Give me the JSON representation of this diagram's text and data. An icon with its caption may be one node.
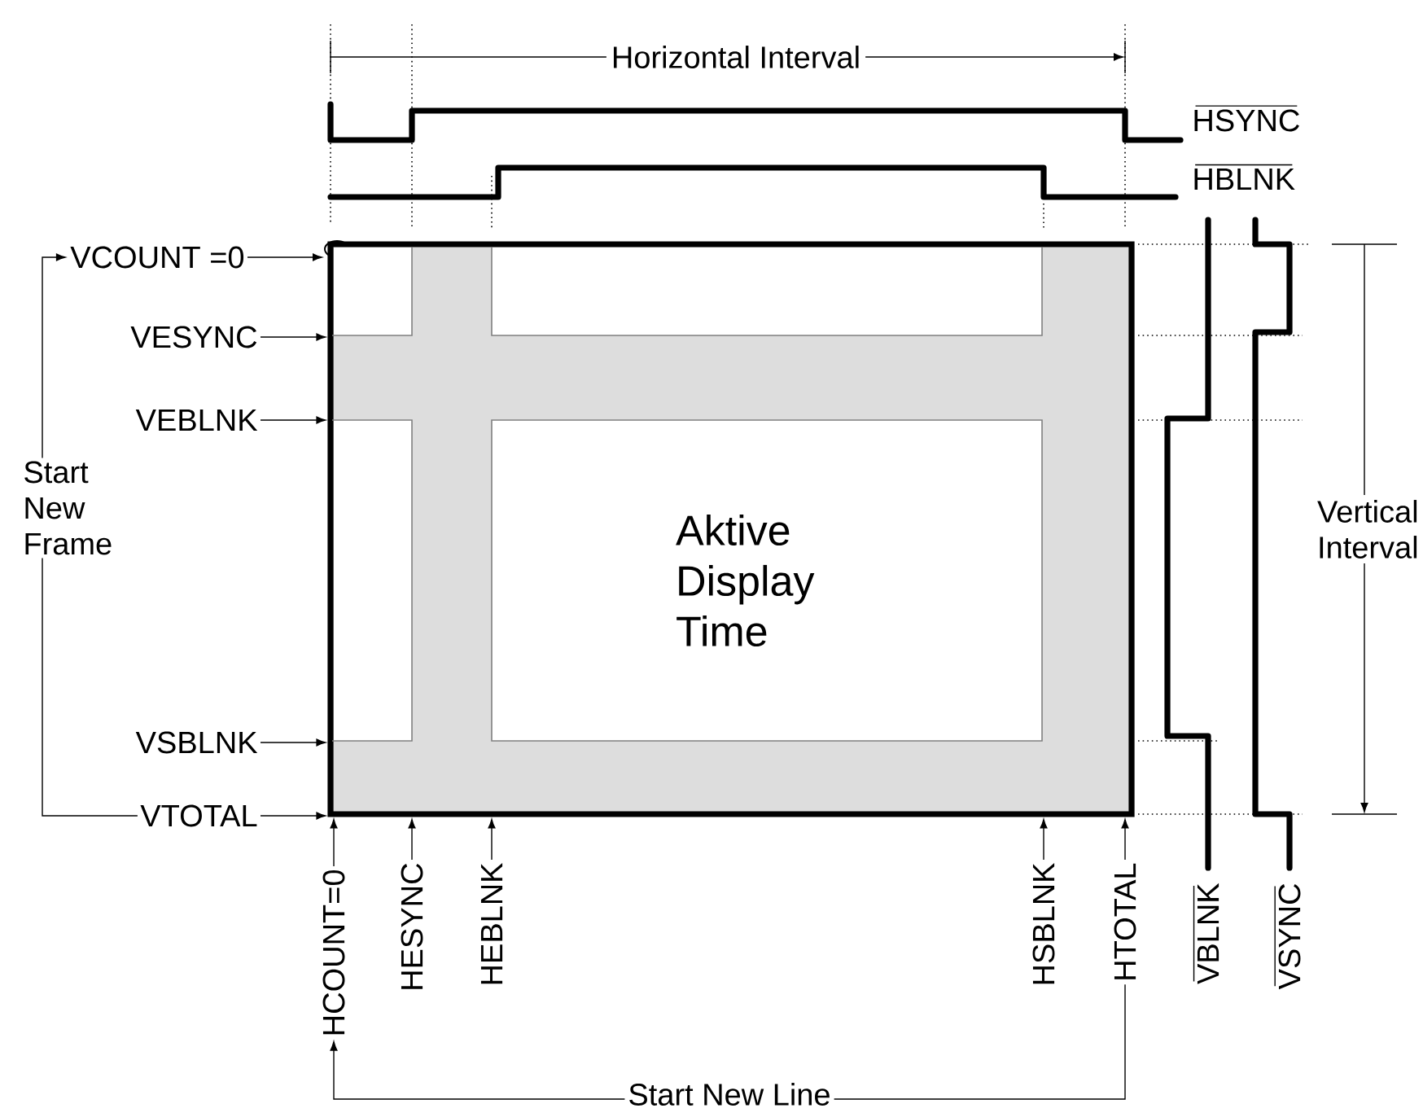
{
  "diagram": {
    "nodes": [
      {
        "text": [
          "VCOUNT =0"
        ]
      },
      {
        "text": [],
        "shape": "circle"
      },
      {
        "text": [
          "VESYNC"
        ]
      },
      {
        "text": [
          "VEBLNK"
        ]
      },
      {
        "text": [
          "VSBLNK"
        ]
      },
      {
        "text": [
          "VTOTAL"
        ]
      },
      {
        "text": [],
        "shape": "box"
      },
      {
        "text": [
          "Aktive Display Time"
        ],
        "in": 6
      },
      {
        "text": [
          "HCOUNT=0"
        ]
      },
      {
        "text": [
          "HESYNC"
        ]
      },
      {
        "text": [
          "HEBLNK"
        ]
      },
      {
        "text": [
          "HSBLNK"
        ]
      },
      {
        "text": [
          "HTOTAL"
        ]
      }
    ],
    "edges": [
      {
        "from": 0,
        "to": 1,
        "arrow": "to"
      },
      {
        "from": 2,
        "to": 6,
        "arrow": "to"
      },
      {
        "from": 3,
        "to": 6,
        "arrow": "to"
      },
      {
        "from": 4,
        "to": 6,
        "arrow": "to"
      },
      {
        "from": 5,
        "to": 6,
        "arrow": "to"
      },
      {
        "from": 5,
        "to": 0,
        "arrow": "to",
        "label": "Start New Frame"
      },
      {
        "from": 8,
        "to": 6,
        "arrow": "to"
      },
      {
        "from": 9,
        "to": 6,
        "arrow": "to"
      },
      {
        "from": 10,
        "to": 6,
        "arrow": "to"
      },
      {
        "from": 11,
        "to": 6,
        "arrow": "to"
      },
      {
        "from": 12,
        "to": 6,
        "arrow": "to"
      },
      {
        "from": 12,
        "to": 8,
        "arrow": "to",
        "label": "Start New Line"
      }
    ],
    "labels": [
      "Horizontal Interval",
      "HSYNC",
      "HBLNK",
      "VBLNK",
      "VSYNC",
      "Vertical Interval"
    ]
  }
}
